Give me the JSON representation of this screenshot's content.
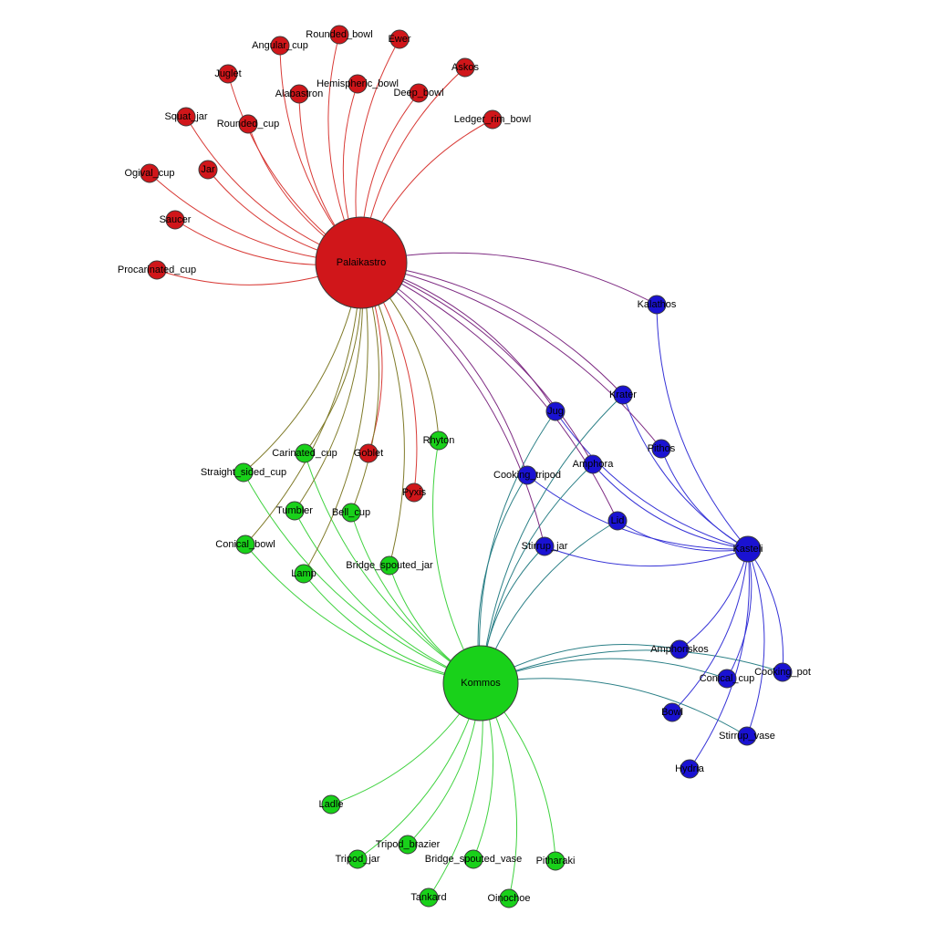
{
  "colors": {
    "palaikastro": "#d0161a",
    "kommos": "#19d11a",
    "kasteli": "#1a12d2",
    "edge_palaikastro": "#d83a36",
    "edge_kommos": "#3fd23f",
    "edge_kasteli": "#3532d6",
    "edge_palaikastro_kommos": "#7f7a28",
    "edge_palaikastro_kasteli": "#7d2a82",
    "edge_kommos_kasteli": "#2a7f86"
  },
  "hubs": [
    {
      "id": "Palaikastro",
      "label": "Palaikastro",
      "group": "palaikastro"
    },
    {
      "id": "Kommos",
      "label": "Kommos",
      "group": "kommos"
    },
    {
      "id": "Kasteli",
      "label": "Kasteli",
      "group": "kasteli"
    }
  ],
  "nodes": [
    {
      "id": "Rounded_bowl",
      "label": "Rounded_bowl",
      "group": "palaikastro",
      "links": [
        "Palaikastro"
      ]
    },
    {
      "id": "Ewer",
      "label": "Ewer",
      "group": "palaikastro",
      "links": [
        "Palaikastro"
      ]
    },
    {
      "id": "Angular_cup",
      "label": "Angular_cup",
      "group": "palaikastro",
      "links": [
        "Palaikastro"
      ]
    },
    {
      "id": "Askos",
      "label": "Askos",
      "group": "palaikastro",
      "links": [
        "Palaikastro"
      ]
    },
    {
      "id": "Juglet",
      "label": "Juglet",
      "group": "palaikastro",
      "links": [
        "Palaikastro"
      ]
    },
    {
      "id": "Hemispheric_bowl",
      "label": "Hemispheric_bowl",
      "group": "palaikastro",
      "links": [
        "Palaikastro"
      ]
    },
    {
      "id": "Deep_bowl",
      "label": "Deep_bowl",
      "group": "palaikastro",
      "links": [
        "Palaikastro"
      ]
    },
    {
      "id": "Alabastron",
      "label": "Alabastron",
      "group": "palaikastro",
      "links": [
        "Palaikastro"
      ]
    },
    {
      "id": "Squat_jar",
      "label": "Squat_jar",
      "group": "palaikastro",
      "links": [
        "Palaikastro"
      ]
    },
    {
      "id": "Ledger_rim_bowl",
      "label": "Ledger_rim_bowl",
      "group": "palaikastro",
      "links": [
        "Palaikastro"
      ]
    },
    {
      "id": "Rounded_cup",
      "label": "Rounded_cup",
      "group": "palaikastro",
      "links": [
        "Palaikastro"
      ]
    },
    {
      "id": "Ogival_cup",
      "label": "Ogival_cup",
      "group": "palaikastro",
      "links": [
        "Palaikastro"
      ]
    },
    {
      "id": "Jar",
      "label": "Jar",
      "group": "palaikastro",
      "links": [
        "Palaikastro"
      ]
    },
    {
      "id": "Saucer",
      "label": "Saucer",
      "group": "palaikastro",
      "links": [
        "Palaikastro"
      ]
    },
    {
      "id": "Procarinated_cup",
      "label": "Procarinated_cup",
      "group": "palaikastro",
      "links": [
        "Palaikastro"
      ]
    },
    {
      "id": "Goblet",
      "label": "Goblet",
      "group": "palaikastro",
      "links": [
        "Palaikastro"
      ]
    },
    {
      "id": "Pyxis",
      "label": "Pyxis",
      "group": "palaikastro",
      "links": [
        "Palaikastro"
      ]
    },
    {
      "id": "Rhyton",
      "label": "Rhyton",
      "group": "kommos",
      "links": [
        "Kommos",
        "Palaikastro"
      ]
    },
    {
      "id": "Carinated_cup",
      "label": "Carinated_cup",
      "group": "kommos",
      "links": [
        "Kommos",
        "Palaikastro"
      ]
    },
    {
      "id": "Straight_sided_cup",
      "label": "Straight_sided_cup",
      "group": "kommos",
      "links": [
        "Kommos",
        "Palaikastro"
      ]
    },
    {
      "id": "Tumbler",
      "label": "Tumbler",
      "group": "kommos",
      "links": [
        "Kommos",
        "Palaikastro"
      ]
    },
    {
      "id": "Bell_cup",
      "label": "Bell_cup",
      "group": "kommos",
      "links": [
        "Kommos",
        "Palaikastro"
      ]
    },
    {
      "id": "Conical_bowl",
      "label": "Conical_bowl",
      "group": "kommos",
      "links": [
        "Kommos",
        "Palaikastro"
      ]
    },
    {
      "id": "Lamp",
      "label": "Lamp",
      "group": "kommos",
      "links": [
        "Kommos",
        "Palaikastro"
      ]
    },
    {
      "id": "Bridge_spouted_jar",
      "label": "Bridge_spouted_jar",
      "group": "kommos",
      "links": [
        "Kommos",
        "Palaikastro"
      ]
    },
    {
      "id": "Ladle",
      "label": "Ladle",
      "group": "kommos",
      "links": [
        "Kommos"
      ]
    },
    {
      "id": "Tripod_brazier",
      "label": "Tripod_brazier",
      "group": "kommos",
      "links": [
        "Kommos"
      ]
    },
    {
      "id": "Tripod_jar",
      "label": "Tripod_jar",
      "group": "kommos",
      "links": [
        "Kommos"
      ]
    },
    {
      "id": "Bridge_spouted_vase",
      "label": "Bridge_spouted_vase",
      "group": "kommos",
      "links": [
        "Kommos"
      ]
    },
    {
      "id": "Pitharaki",
      "label": "Pitharaki",
      "group": "kommos",
      "links": [
        "Kommos"
      ]
    },
    {
      "id": "Tankard",
      "label": "Tankard",
      "group": "kommos",
      "links": [
        "Kommos"
      ]
    },
    {
      "id": "Oinochoe",
      "label": "Oinochoe",
      "group": "kommos",
      "links": [
        "Kommos"
      ]
    },
    {
      "id": "Kalathos",
      "label": "Kalathos",
      "group": "kasteli",
      "links": [
        "Kasteli",
        "Palaikastro"
      ]
    },
    {
      "id": "Krater",
      "label": "Krater",
      "group": "kasteli",
      "links": [
        "Kasteli",
        "Kommos",
        "Palaikastro"
      ]
    },
    {
      "id": "Jug",
      "label": "Jug",
      "group": "kasteli",
      "links": [
        "Kasteli",
        "Kommos",
        "Palaikastro"
      ]
    },
    {
      "id": "Pithos",
      "label": "Pithos",
      "group": "kasteli",
      "links": [
        "Kasteli",
        "Palaikastro"
      ]
    },
    {
      "id": "Cooking_tripod",
      "label": "Cooking_tripod",
      "group": "kasteli",
      "links": [
        "Kasteli",
        "Kommos",
        "Palaikastro"
      ]
    },
    {
      "id": "Amphora",
      "label": "Amphora",
      "group": "kasteli",
      "links": [
        "Kasteli",
        "Kommos",
        "Palaikastro"
      ]
    },
    {
      "id": "Lid",
      "label": "Lid",
      "group": "kasteli",
      "links": [
        "Kasteli",
        "Kommos",
        "Palaikastro"
      ]
    },
    {
      "id": "Stirrup_jar",
      "label": "Stirrup_jar",
      "group": "kasteli",
      "links": [
        "Kasteli",
        "Kommos",
        "Palaikastro"
      ]
    },
    {
      "id": "Amphoriskos",
      "label": "Amphoriskos",
      "group": "kasteli",
      "links": [
        "Kasteli",
        "Kommos"
      ]
    },
    {
      "id": "Conical_cup",
      "label": "Conical_cup",
      "group": "kasteli",
      "links": [
        "Kasteli",
        "Kommos"
      ]
    },
    {
      "id": "Cooking_pot",
      "label": "Cooking_pot",
      "group": "kasteli",
      "links": [
        "Kasteli",
        "Kommos"
      ]
    },
    {
      "id": "Bowl",
      "label": "Bowl",
      "group": "kasteli",
      "links": [
        "Kasteli"
      ]
    },
    {
      "id": "Stirrup_vase",
      "label": "Stirrup_vase",
      "group": "kasteli",
      "links": [
        "Kasteli",
        "Kommos"
      ]
    },
    {
      "id": "Hydria",
      "label": "Hydria",
      "group": "kasteli",
      "links": [
        "Kasteli"
      ]
    }
  ]
}
